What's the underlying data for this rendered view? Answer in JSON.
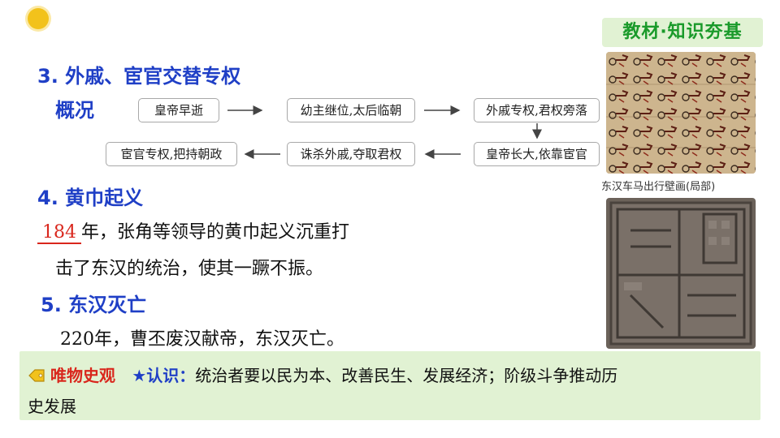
{
  "badge": "教材·知识夯基",
  "section3": {
    "title": "3. 外戚、宦官交替专权",
    "sub": "概况",
    "flow": [
      "皇帝早逝",
      "幼主继位,太后临朝",
      "外戚专权,君权旁落",
      "皇帝长大,依靠宦官",
      "诛杀外戚,夺取君权",
      "宦官专权,把持朝政"
    ]
  },
  "section4": {
    "title": "4. 黄巾起义",
    "blank": "184",
    "line1": "年，张角等领导的黄巾起义沉重打",
    "line2": "击了东汉的统治，使其一蹶不振。"
  },
  "section5": {
    "title": "5. 东汉灭亡",
    "line": "220年，曹丕废汉献帝，东汉灭亡。"
  },
  "images": {
    "caption1": "东汉车马出行壁画(局部)"
  },
  "bottom": {
    "label": "唯物史观",
    "star_label": "★认识：",
    "text": "统治者要以民为本、改善民生、发展经济；阶级斗争推动历",
    "text2": "史发展"
  },
  "colors": {
    "heading": "#1f3fc6",
    "accent_red": "#d9261c",
    "badge_green": "#1a9a2a",
    "panel_green": "#e1f2d3"
  }
}
